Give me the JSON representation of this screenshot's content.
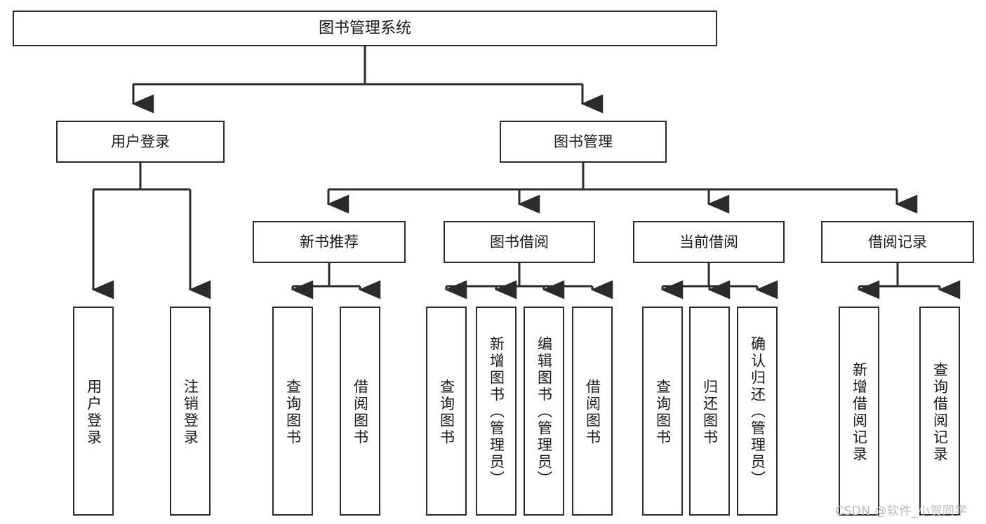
{
  "diagram": {
    "title": "图书管理系统",
    "type": "hierarchy-tree",
    "root": {
      "id": "root",
      "label": "图书管理系统"
    },
    "level2": [
      {
        "id": "user-login",
        "label": "用户登录"
      },
      {
        "id": "book-manage",
        "label": "图书管理"
      }
    ],
    "level3": [
      {
        "id": "new-book-rec",
        "label": "新书推荐"
      },
      {
        "id": "book-borrow",
        "label": "图书借阅"
      },
      {
        "id": "current-borrow",
        "label": "当前借阅"
      },
      {
        "id": "borrow-record",
        "label": "借阅记录"
      }
    ],
    "leaves": {
      "user_login": [
        {
          "id": "leaf-user-login",
          "label": "用户登录"
        },
        {
          "id": "leaf-logout",
          "label": "注销登录"
        }
      ],
      "new_book_rec": [
        {
          "id": "leaf-query-book-1",
          "label": "查询图书"
        },
        {
          "id": "leaf-borrow-book-1",
          "label": "借阅图书"
        }
      ],
      "book_borrow": [
        {
          "id": "leaf-query-book-2",
          "label": "查询图书"
        },
        {
          "id": "leaf-add-book",
          "label": "新增图书（管理员）"
        },
        {
          "id": "leaf-edit-book",
          "label": "编辑图书（管理员）"
        },
        {
          "id": "leaf-borrow-book-2",
          "label": "借阅图书"
        }
      ],
      "current_borrow": [
        {
          "id": "leaf-query-book-3",
          "label": "查询图书"
        },
        {
          "id": "leaf-return-book",
          "label": "归还图书"
        },
        {
          "id": "leaf-confirm-return",
          "label": "确认归还（管理员）"
        }
      ],
      "borrow_record": [
        {
          "id": "leaf-add-record",
          "label": "新增借阅记录"
        },
        {
          "id": "leaf-query-record",
          "label": "查询借阅记录"
        }
      ]
    }
  },
  "watermark": {
    "text": "CSDN @软件_小贺同学"
  },
  "colors": {
    "stroke": "#2b2b2b",
    "background": "#ffffff",
    "text": "#1a1a1a",
    "watermark": "#b9b9b9"
  }
}
